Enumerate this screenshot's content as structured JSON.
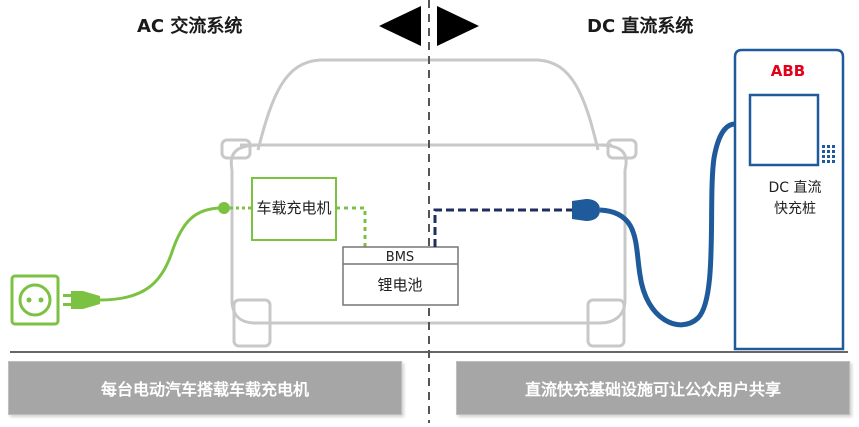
{
  "titles": {
    "ac": "AC 交流系统",
    "dc": "DC 直流系统"
  },
  "labels": {
    "onboard_charger": "车载充电机",
    "bms": "BMS",
    "battery": "锂电池",
    "station_brand": "ABB",
    "station_line1": "DC 直流",
    "station_line2": "快充桩"
  },
  "captions": {
    "ac": "每台电动汽车搭载车载充电机",
    "dc": "直流快充基础设施可让公众用户共享"
  },
  "colors": {
    "ac_green": "#7cc242",
    "dc_blue": "#1f5a9a",
    "dc_dash": "#1c2f5e",
    "brand_red": "#e2001a",
    "car_outline": "#c8c8c8",
    "caption_bg": "#a6a6a6"
  },
  "icons": [
    "left-arrow-icon",
    "right-arrow-icon",
    "socket-icon",
    "plug-icon",
    "keypad-icon"
  ]
}
